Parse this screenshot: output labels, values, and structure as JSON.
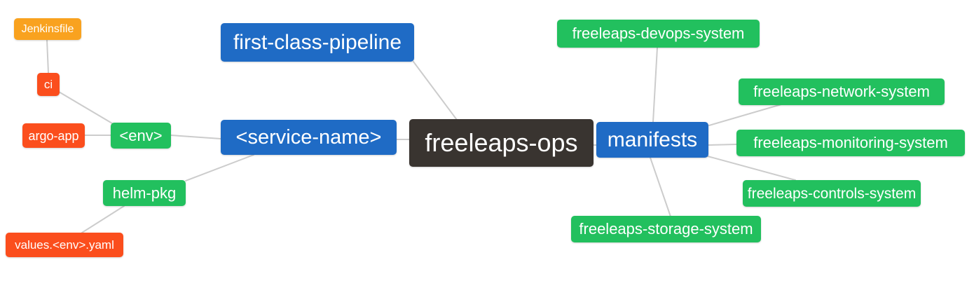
{
  "diagram": {
    "title": "freeleaps-ops mind map",
    "background_color": "#ffffff",
    "edge_color": "#cccccc",
    "node_text_color": "#ffffff",
    "palette": {
      "blue": "#1f6bc5",
      "green": "#22c05e",
      "red": "#fb4e1d",
      "orange": "#f9a21f",
      "dark": "#393430"
    },
    "root_label": "freeleaps-ops",
    "nodes": [
      {
        "id": "freeleaps-ops",
        "label": "freeleaps-ops",
        "color": "dark"
      },
      {
        "id": "first-class-pipeline",
        "label": "first-class-pipeline",
        "color": "blue"
      },
      {
        "id": "service-name",
        "label": "<service-name>",
        "color": "blue"
      },
      {
        "id": "manifests",
        "label": "manifests",
        "color": "blue"
      },
      {
        "id": "env",
        "label": "<env>",
        "color": "green"
      },
      {
        "id": "helm-pkg",
        "label": "helm-pkg",
        "color": "green"
      },
      {
        "id": "ci",
        "label": "ci",
        "color": "red"
      },
      {
        "id": "argo-app",
        "label": "argo-app",
        "color": "red"
      },
      {
        "id": "jenkinsfile",
        "label": "Jenkinsfile",
        "color": "orange"
      },
      {
        "id": "values-env-yaml",
        "label": "values.<env>.yaml",
        "color": "red"
      },
      {
        "id": "freeleaps-devops-system",
        "label": "freeleaps-devops-system",
        "color": "green"
      },
      {
        "id": "freeleaps-network-system",
        "label": "freeleaps-network-system",
        "color": "green"
      },
      {
        "id": "freeleaps-monitoring-system",
        "label": "freeleaps-monitoring-system",
        "color": "green"
      },
      {
        "id": "freeleaps-controls-system",
        "label": "freeleaps-controls-system",
        "color": "green"
      },
      {
        "id": "freeleaps-storage-system",
        "label": "freeleaps-storage-system",
        "color": "green"
      }
    ],
    "edges": [
      {
        "from": "jenkinsfile",
        "to": "ci"
      },
      {
        "from": "ci",
        "to": "env"
      },
      {
        "from": "argo-app",
        "to": "env"
      },
      {
        "from": "env",
        "to": "service-name"
      },
      {
        "from": "helm-pkg",
        "to": "service-name"
      },
      {
        "from": "values-env-yaml",
        "to": "helm-pkg"
      },
      {
        "from": "first-class-pipeline",
        "to": "freeleaps-ops"
      },
      {
        "from": "service-name",
        "to": "freeleaps-ops"
      },
      {
        "from": "freeleaps-ops",
        "to": "manifests"
      },
      {
        "from": "manifests",
        "to": "freeleaps-devops-system"
      },
      {
        "from": "manifests",
        "to": "freeleaps-network-system"
      },
      {
        "from": "manifests",
        "to": "freeleaps-monitoring-system"
      },
      {
        "from": "manifests",
        "to": "freeleaps-controls-system"
      },
      {
        "from": "manifests",
        "to": "freeleaps-storage-system"
      }
    ]
  }
}
